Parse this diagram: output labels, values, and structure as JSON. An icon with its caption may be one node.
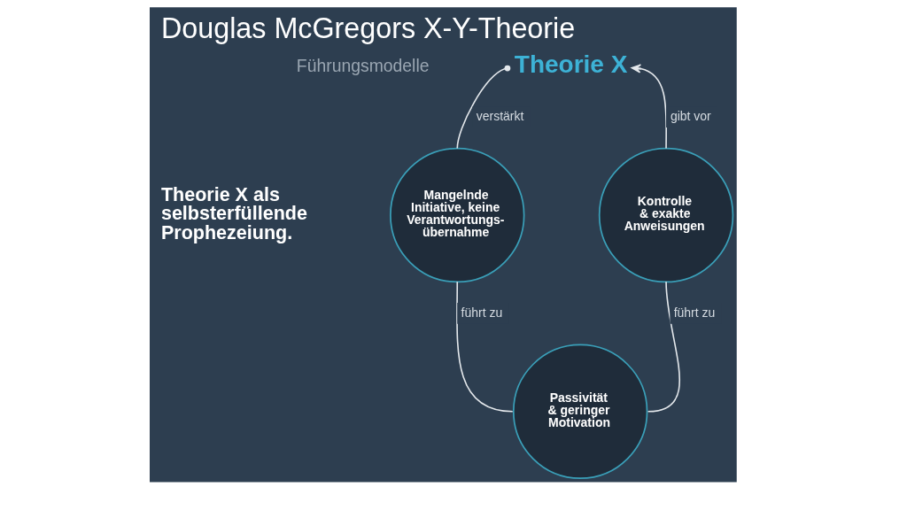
{
  "diagram": {
    "title": "Douglas McGregors X-Y-Theorie",
    "nodes": [
      {
        "text": [
          "Theorie X"
        ]
      },
      {
        "text": [
          "Mangelnde Initiative, keine Verantwortungs- übernahme"
        ]
      },
      {
        "text": [
          "Kontrolle & exakte Anweisungen"
        ]
      },
      {
        "text": [
          "Passivität & geringer Motivation"
        ]
      }
    ],
    "edges": [
      {
        "from": 1,
        "to": 0,
        "arrow": "other",
        "label": "verstärkt"
      },
      {
        "from": 2,
        "to": 0,
        "arrow": "to",
        "label": "gibt vor"
      },
      {
        "from": 3,
        "to": 1,
        "arrow": "none",
        "label": "führt zu"
      },
      {
        "from": 3,
        "to": 2,
        "arrow": "none",
        "label": "führt zu"
      }
    ],
    "labels": [
      "Führungsmodelle",
      "Theorie X als selbsterfüllende Prophezeiung."
    ]
  }
}
